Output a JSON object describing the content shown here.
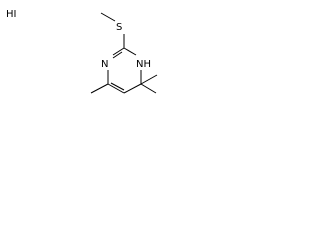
{
  "molecule": {
    "salt_label": "HI",
    "atoms": {
      "sulfur": "S",
      "nitrogen_imine": "N",
      "nitrogen_amine": "NH"
    }
  }
}
